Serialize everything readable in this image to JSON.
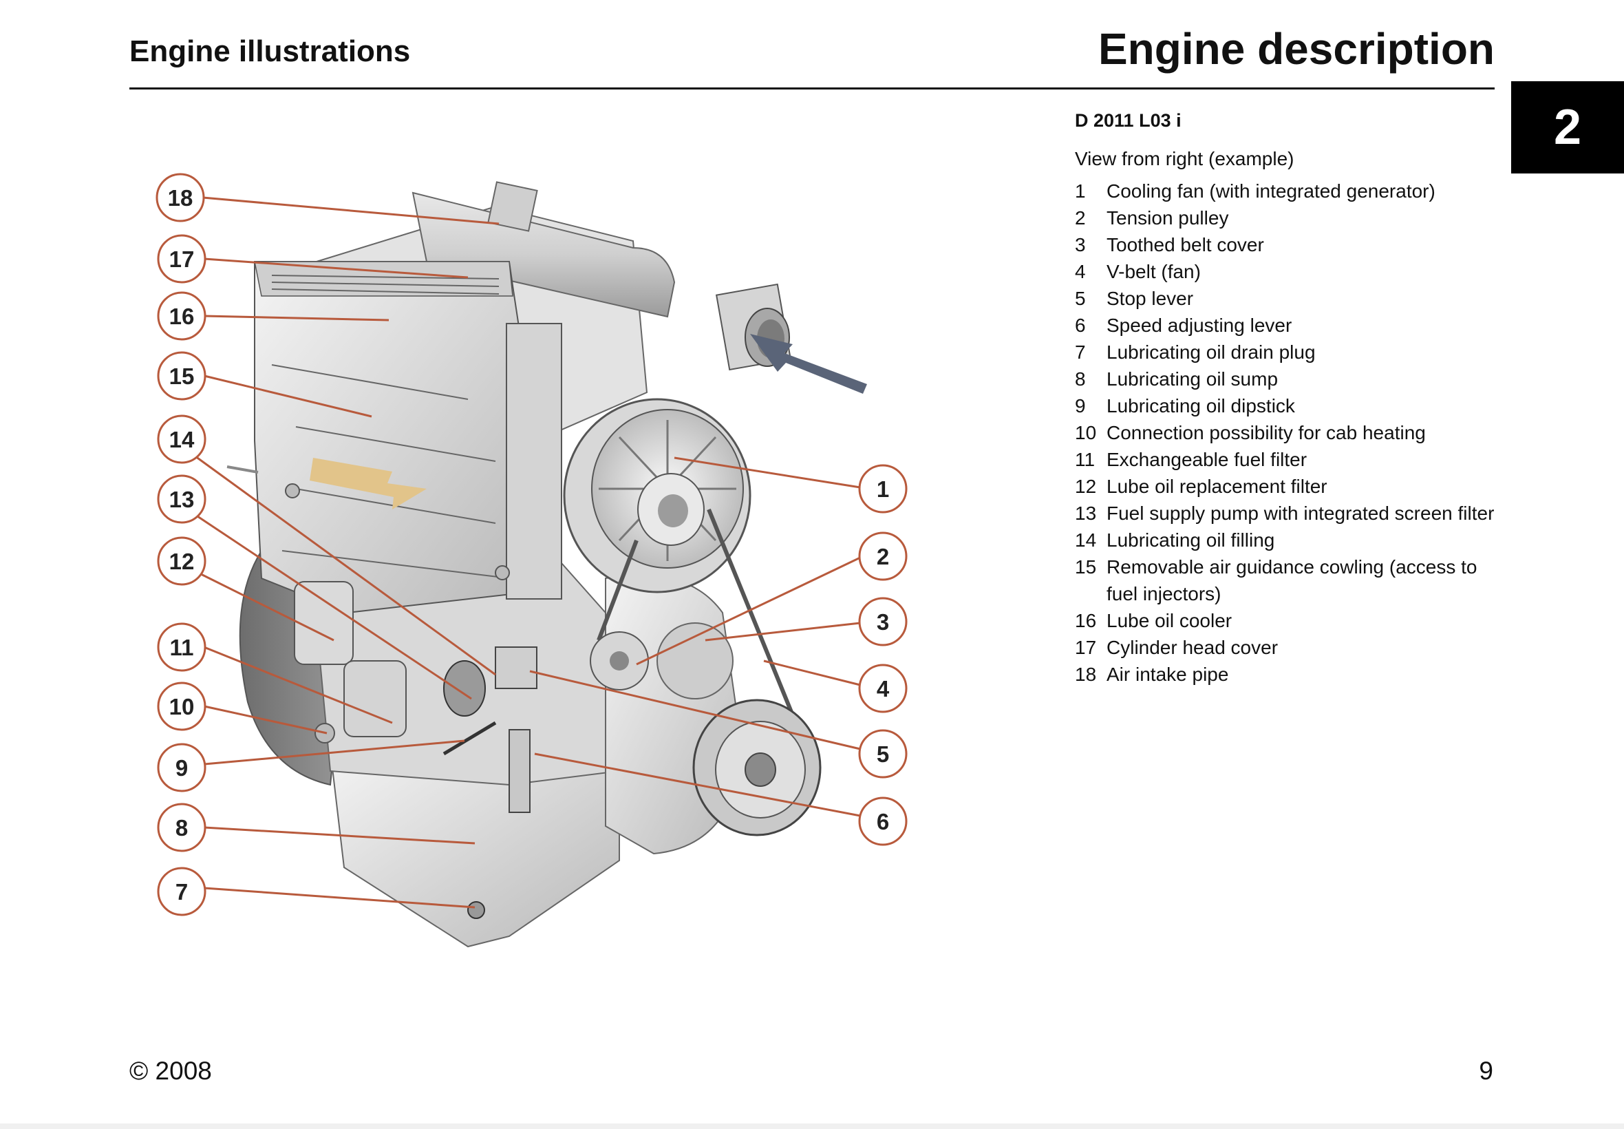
{
  "header": {
    "section": "Engine illustrations",
    "title": "Engine description",
    "chapter": "2"
  },
  "content": {
    "model": "D 2011 L03 i",
    "view": "View from right (example)",
    "items": [
      {
        "num": "1",
        "text": "Cooling fan (with integrated generator)"
      },
      {
        "num": "2",
        "text": "Tension pulley"
      },
      {
        "num": "3",
        "text": "Toothed belt cover"
      },
      {
        "num": "4",
        "text": "V-belt (fan)"
      },
      {
        "num": "5",
        "text": "Stop lever"
      },
      {
        "num": "6",
        "text": "Speed adjusting lever"
      },
      {
        "num": "7",
        "text": "Lubricating oil drain plug"
      },
      {
        "num": "8",
        "text": "Lubricating oil sump"
      },
      {
        "num": "9",
        "text": "Lubricating oil dipstick"
      },
      {
        "num": "10",
        "text": "Connection possibility for cab heating"
      },
      {
        "num": "11",
        "text": "Exchangeable fuel filter"
      },
      {
        "num": "12",
        "text": "Lube oil replacement filter"
      },
      {
        "num": "13",
        "text": "Fuel supply pump with integrated screen filter"
      },
      {
        "num": "14",
        "text": "Lubricating oil filling"
      },
      {
        "num": "15",
        "text": "Removable air guidance cowling (access to fuel injectors)"
      },
      {
        "num": "16",
        "text": "Lube oil cooler"
      },
      {
        "num": "17",
        "text": "Cylinder head cover"
      },
      {
        "num": "18",
        "text": "Air intake pipe"
      }
    ]
  },
  "figure": {
    "callout_color": "#b85a3c",
    "intake_arrow_color": "#5a6478",
    "exhaust_arrow_color": "#e2c48a",
    "callouts": [
      "18",
      "17",
      "16",
      "15",
      "14",
      "13",
      "12",
      "11",
      "10",
      "9",
      "8",
      "7",
      "1",
      "2",
      "3",
      "4",
      "5",
      "6"
    ]
  },
  "footer": {
    "copyright": "© 2008",
    "page": "9"
  }
}
